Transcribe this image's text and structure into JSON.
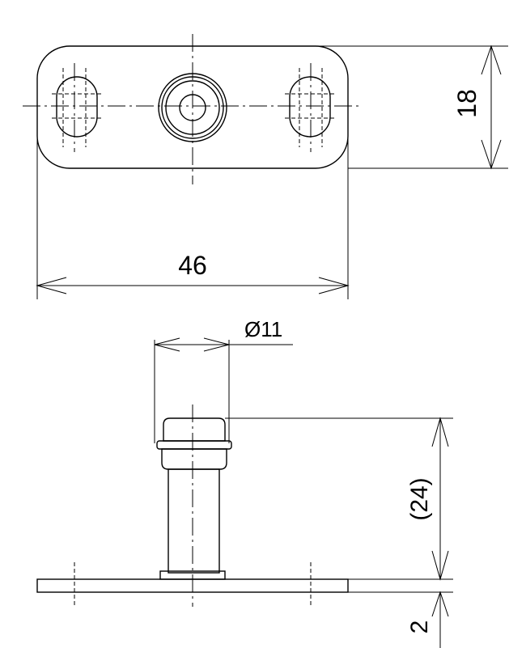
{
  "dimensions": {
    "height": "18",
    "width": "46",
    "diameter": "Ø11",
    "post_height": "(24)",
    "plate_thickness": "2"
  }
}
